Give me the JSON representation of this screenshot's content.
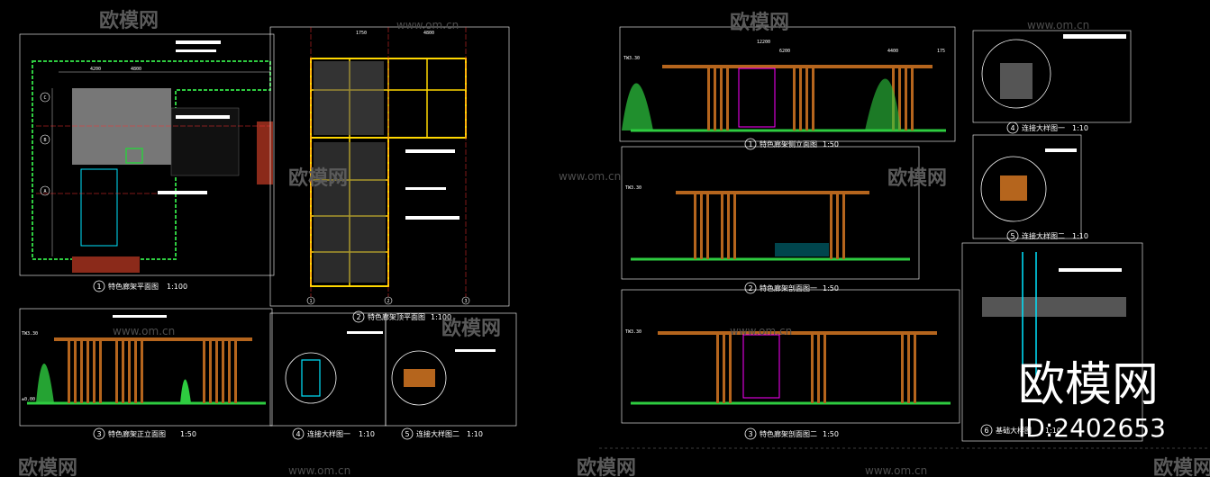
{
  "watermark": {
    "brand": "欧模网",
    "url": "www.om.cn"
  },
  "brand_logo": {
    "name": "欧模网",
    "id_text": "ID:2402653"
  },
  "drawings": [
    {
      "num": "1",
      "title": "特色廊架平面图",
      "scale": "1:100"
    },
    {
      "num": "2",
      "title": "特色廊架顶平面图",
      "scale": "1:100"
    },
    {
      "num": "3",
      "title": "特色廊架正立面图",
      "scale": "1:50"
    },
    {
      "num": "4",
      "title": "连接大样图一",
      "scale": "1:10"
    },
    {
      "num": "5",
      "title": "连接大样图二",
      "scale": "1:10"
    },
    {
      "num": "1",
      "title": "特色廊架侧立面图",
      "scale": "1:50"
    },
    {
      "num": "2",
      "title": "特色廊架剖面图一",
      "scale": "1:50"
    },
    {
      "num": "3",
      "title": "特色廊架剖面图二",
      "scale": "1:50"
    },
    {
      "num": "4",
      "title": "连接大样图一",
      "scale": "1:10"
    },
    {
      "num": "5",
      "title": "连接大样图二",
      "scale": "1:10"
    },
    {
      "num": "6",
      "title": "基础大样图",
      "scale": "1:10"
    }
  ],
  "elevation_marks": [
    "TW3.30",
    "TW3.30",
    "TW3.30",
    "TW3.30",
    "±0.00"
  ],
  "grid_axes": [
    "A",
    "B",
    "C",
    "1",
    "2",
    "3"
  ],
  "dimensions": [
    "4200",
    "4800",
    "1750",
    "4800",
    "12200",
    "6200",
    "4400",
    "175"
  ],
  "colors": {
    "background": "#000000",
    "frame": "#ffffff",
    "timber": "#b5651d",
    "yellow_beam": "#ffd700",
    "cyan_line": "#00e5ff",
    "magenta_line": "#ff00ff",
    "green_plant": "#2ecc40",
    "red_line": "#ff3030",
    "watermark": "#5a5a5a"
  }
}
